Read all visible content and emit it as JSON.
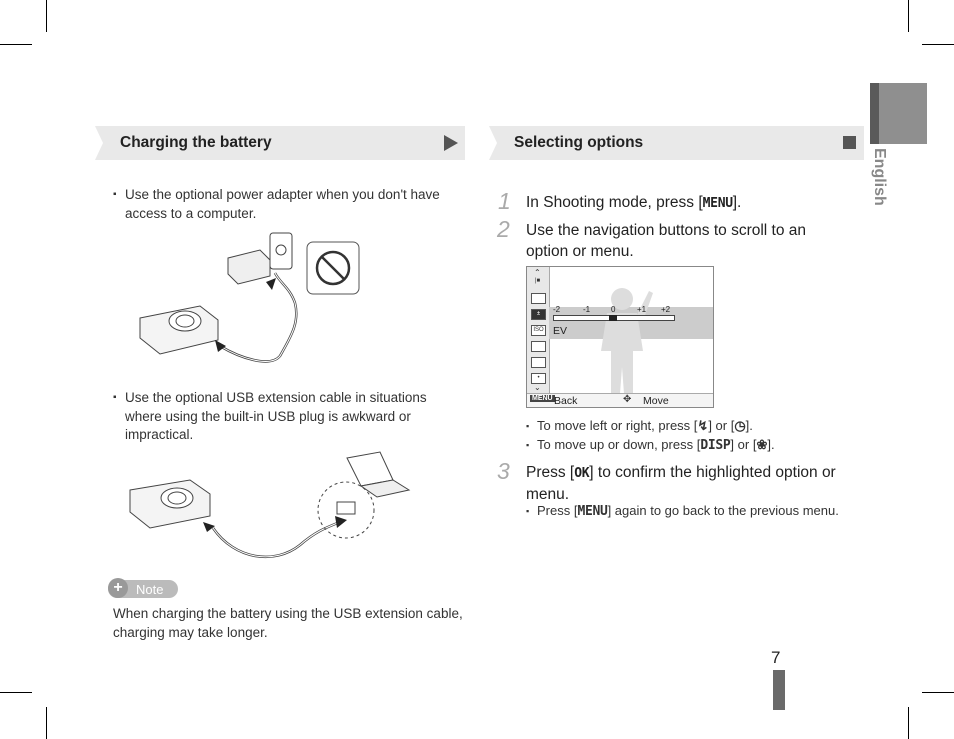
{
  "side_tab": {
    "label": "English"
  },
  "page_number": "7",
  "left": {
    "header": "Charging the battery",
    "bullet1": "Use the optional power adapter when you don't have access to a computer.",
    "bullet2": "Use the optional USB extension cable in situations where using the built-in USB plug is awkward or impractical.",
    "note_label": "Note",
    "note_text": "When charging the battery using the USB extension cable, charging may take longer."
  },
  "right": {
    "header": "Selecting options",
    "step1_num": "1",
    "step1_pre": "In Shooting mode, press [",
    "step1_key": "MENU",
    "step1_post": "].",
    "step2_num": "2",
    "step2_text": "Use the navigation buttons to scroll to an option or menu.",
    "sub1_pre": "To move left or right, press [",
    "sub1_mid": "] or [",
    "sub1_post": "].",
    "sub2_pre": "To move up or down, press [",
    "sub2_key": "DISP",
    "sub2_mid": "] or [",
    "sub2_post": "].",
    "step3_num": "3",
    "step3_pre": "Press [",
    "step3_key": "OK",
    "step3_post": "] to confirm the highlighted option or menu.",
    "sub3_pre": "Press [",
    "sub3_key": "MENU",
    "sub3_post": "] again to go back to the previous menu."
  },
  "camera_screen": {
    "scale": [
      "-2",
      "-1",
      "0",
      "+1",
      "+2"
    ],
    "ev_label": "EV",
    "back_key": "MENU",
    "back_label": "Back",
    "move_label": "Move"
  }
}
